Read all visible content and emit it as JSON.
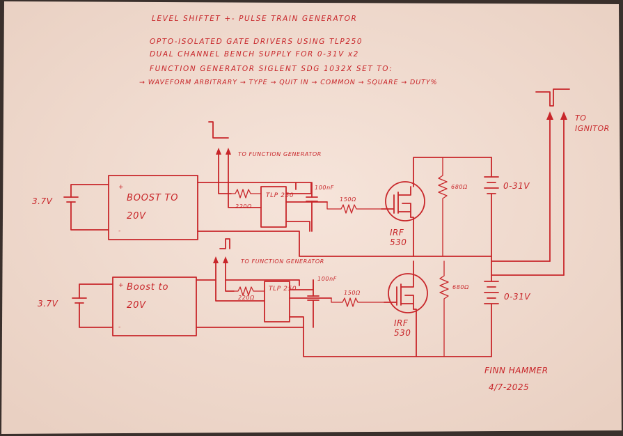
{
  "header": {
    "title": "LEVEL SHIFTET +- PULSE TRAIN GENERATOR",
    "line1": "OPTO-ISOLATED GATE DRIVERS USING TLP250",
    "line2": "DUAL CHANNEL BENCH SUPPLY FOR 0-31V x2",
    "line3": "FUNCTION GENERATOR SIGLENT SDG 1032X SET TO:",
    "line4": "→ WAVEFORM ARBITRARY → TYPE → QUIT IN → COMMON → SQUARE → DUTY%"
  },
  "labels": {
    "to_ignitor": "TO IGNITOR",
    "upper": {
      "to_function_generator": "TO FUNCTION GENERATOR",
      "battery": "3.7V",
      "boost": "BOOST TO 20V",
      "resistor_gate": "220Ω",
      "driver": "TLP 250",
      "capacitor": "100nF",
      "resistor_series": "150Ω",
      "mosfet": "IRF 530",
      "resistor_load": "680Ω",
      "supply": "0-31V"
    },
    "lower": {
      "to_function_generator": "TO FUNCTION GENERATOR",
      "battery": "3.7V",
      "boost": "Boost to 20V",
      "resistor_gate": "220Ω",
      "driver": "TLP 250",
      "capacitor": "100nF",
      "resistor_series": "150Ω",
      "mosfet": "IRF 530",
      "resistor_load": "680Ω",
      "supply": "0-31V"
    }
  },
  "signature": {
    "name": "FINN HAMMER",
    "date": "4/7-2025"
  },
  "colors": {
    "ink": "#c8262a",
    "paper": "#f2e0d6",
    "background": "#3a302c"
  }
}
